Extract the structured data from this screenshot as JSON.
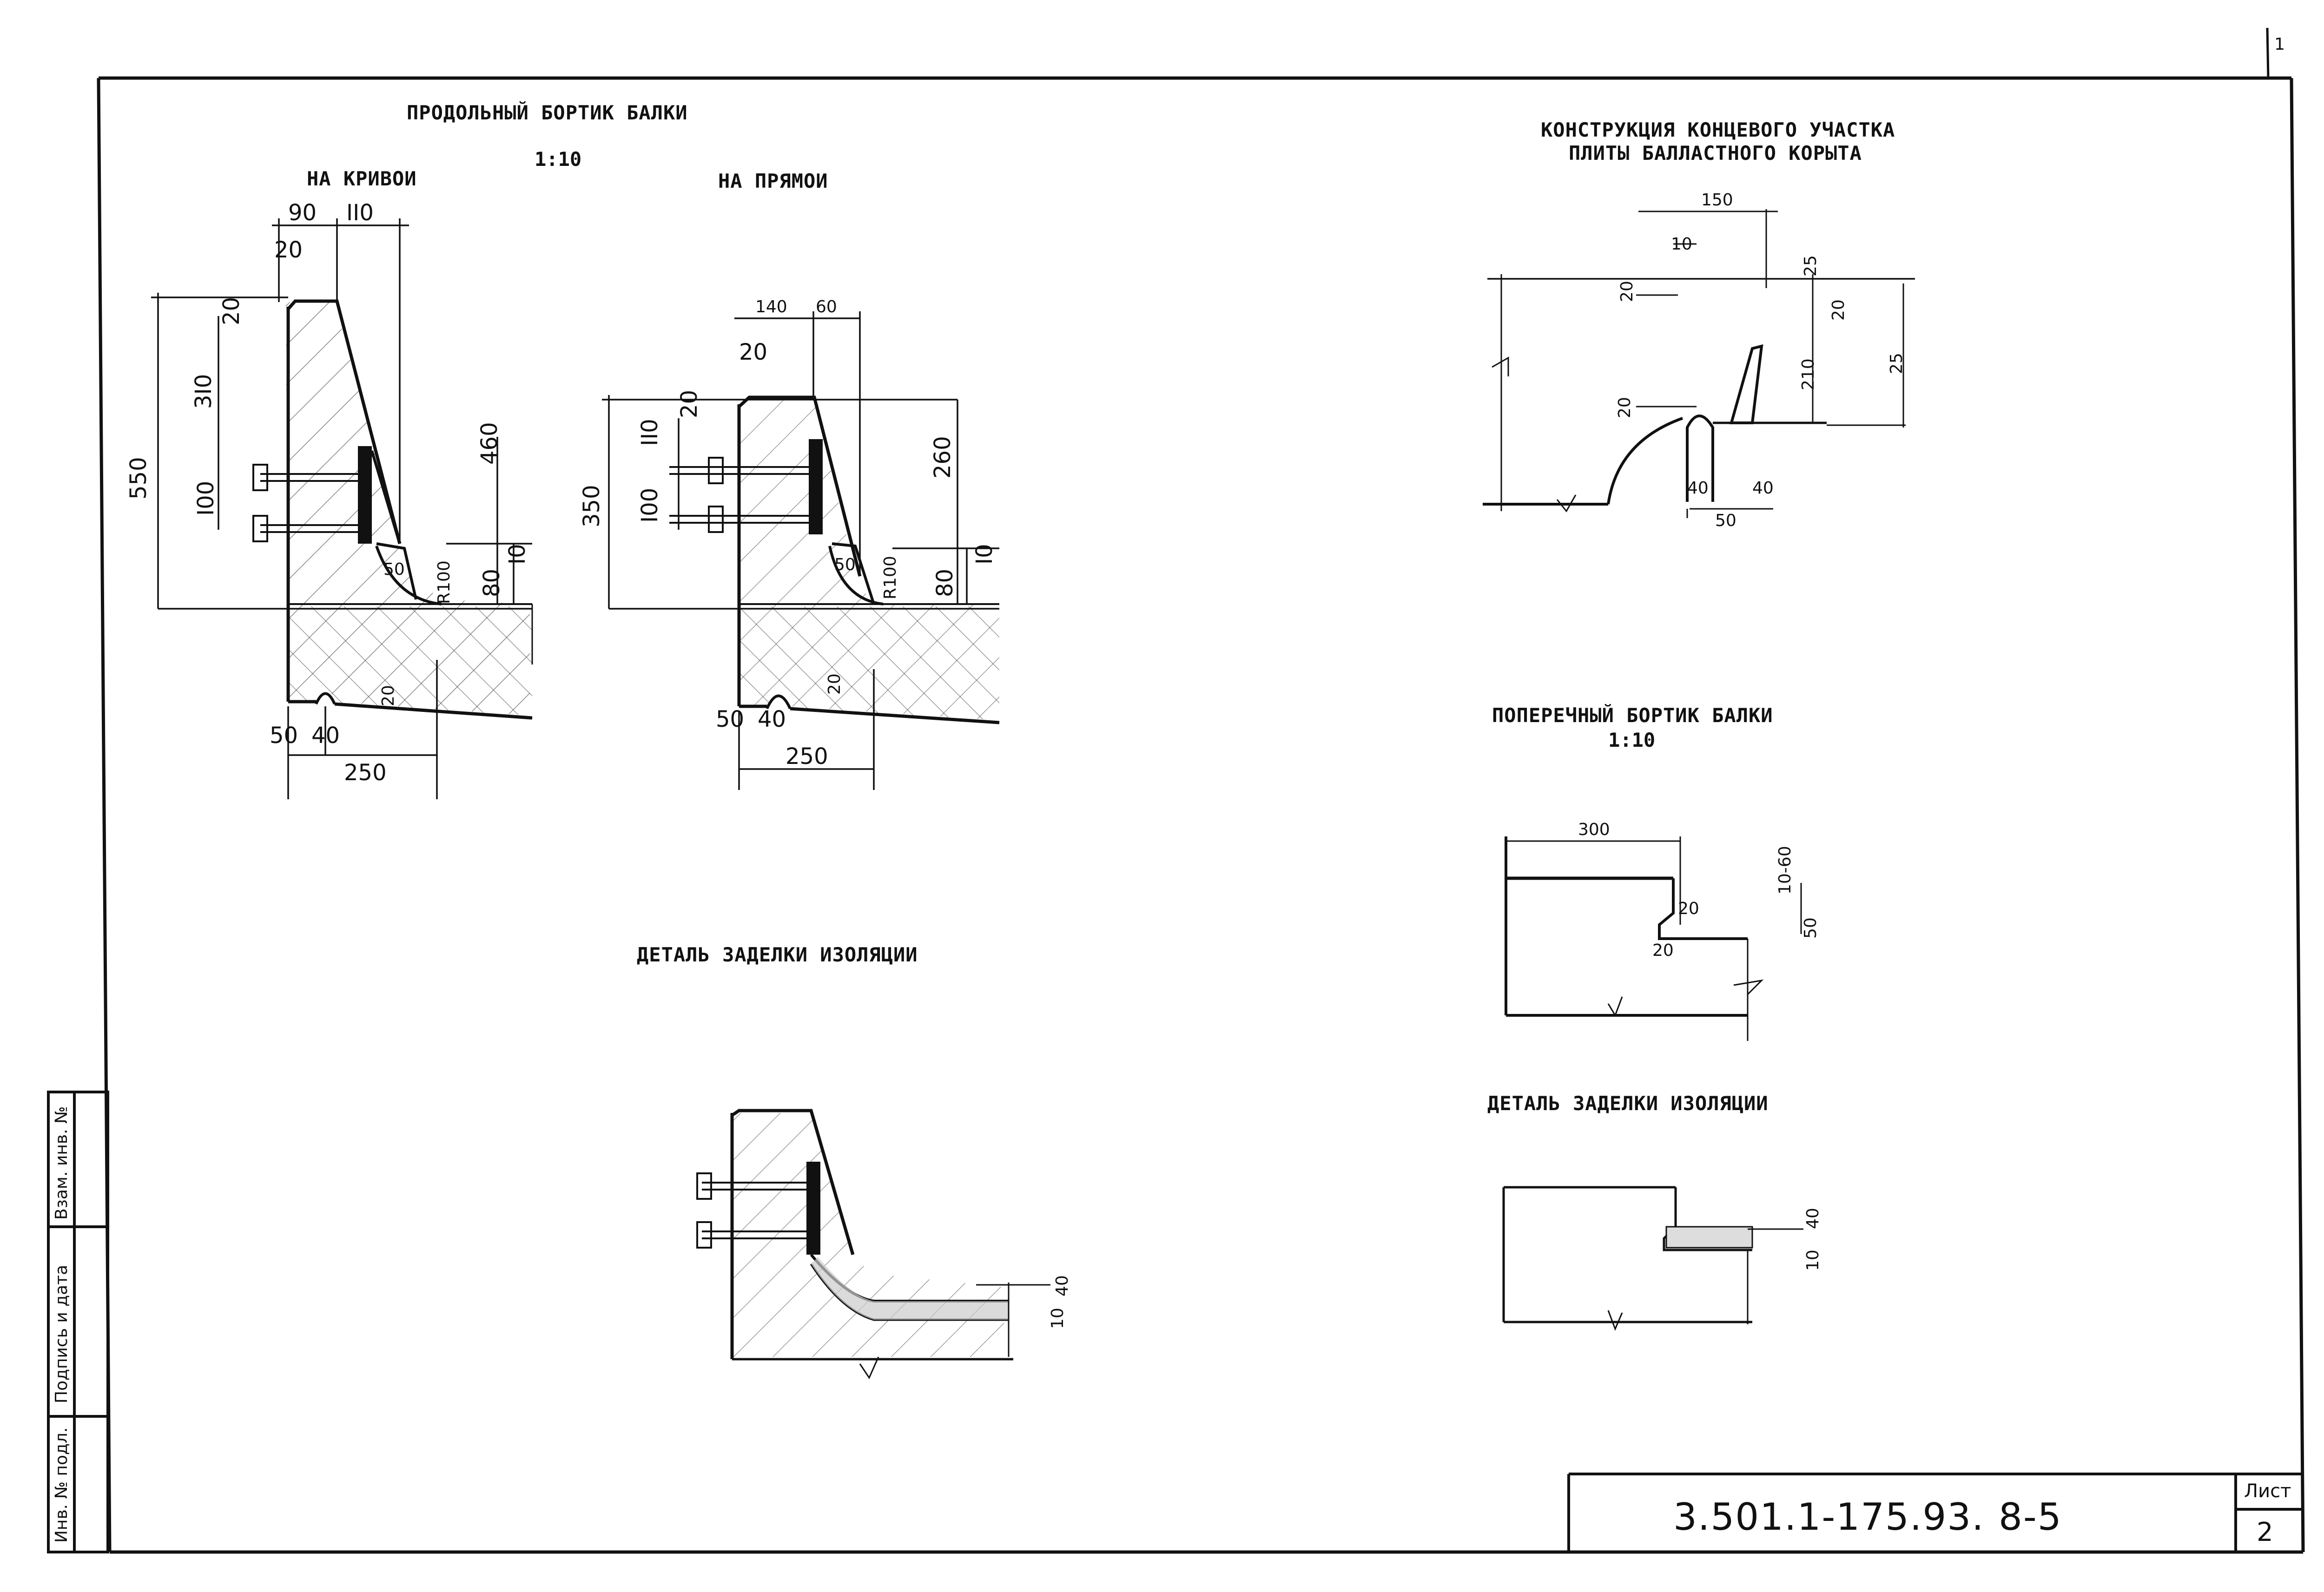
{
  "page_number": "1",
  "sections": {
    "longitudinal_title": "ПРОДОЛЬНЫЙ БОРТИК БАЛКИ",
    "longitudinal_scale": "1:10",
    "on_curve": "НА КРИВОИ",
    "on_straight": "НА ПРЯМОИ",
    "end_section_title_1": "КОНСТРУКЦИЯ КОНЦЕВОГО УЧАСТКА",
    "end_section_title_2": "ПЛИТЫ БАЛЛАСТНОГО КОРЫТА",
    "transverse_title": "ПОПЕРЕЧНЫЙ БОРТИК БАЛКИ",
    "transverse_scale": "1:10",
    "insulation_detail_left": "ДЕТАЛЬ ЗАДЕЛКИ ИЗОЛЯЦИИ",
    "insulation_detail_right": "ДЕТАЛЬ ЗАДЕЛКИ ИЗОЛЯЦИИ"
  },
  "curve_dims": {
    "d90": "90",
    "d110": "II0",
    "d20_top": "20",
    "d20_side": "20",
    "d310": "3I0",
    "d550": "550",
    "d100": "I00",
    "d460": "460",
    "d50r": "50",
    "r100": "R100",
    "d80": "80",
    "d10": "I0",
    "d20_bot": "20",
    "d50": "50",
    "d40": "40",
    "d250": "250"
  },
  "straight_dims": {
    "d140": "140",
    "d60": "60",
    "d20_top": "20",
    "d20_side": "20",
    "d110": "II0",
    "d350": "350",
    "d100": "I00",
    "d260": "260",
    "d50r": "50",
    "r100": "R100",
    "d80": "80",
    "d10": "I0",
    "d20_bot": "20",
    "d50": "50",
    "d40": "40",
    "d250": "250"
  },
  "end_dims": {
    "d150": "150",
    "d10": "10",
    "d20a": "20",
    "d25a": "25",
    "d20b": "20",
    "d210": "210",
    "d25b": "25",
    "d20c": "20",
    "d40a": "40",
    "d40b": "40",
    "d50": "50"
  },
  "transverse_dims": {
    "d300": "300",
    "d10_60": "10-60",
    "d20a": "20",
    "d20b": "20",
    "d50": "50"
  },
  "insulation_left_dims": {
    "d40": "40",
    "d10": "10"
  },
  "insulation_right_dims": {
    "d40": "40",
    "d10": "10"
  },
  "stamp": {
    "inv_no": "Инв. № подл.",
    "sign_date": "Подпись и дата",
    "replace_inv": "Взам. инв. №"
  },
  "title_block": {
    "code": "3.501.1-175.93.",
    "part": "8-5",
    "sheet_label": "Лист",
    "sheet_no": "2"
  }
}
